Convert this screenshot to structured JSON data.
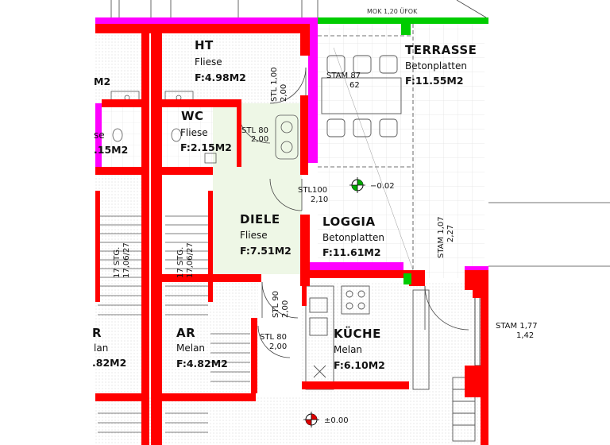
{
  "top_note": "MOK 1,20 ÜFOK",
  "rooms": {
    "ht": {
      "name": "HT",
      "material": "Fliese",
      "area": "F:4.98M2"
    },
    "wc": {
      "name": "WC",
      "material": "Fliese",
      "area": "F:2.15M2"
    },
    "diele": {
      "name": "DIELE",
      "material": "Fliese",
      "area": "F:7.51M2"
    },
    "loggia": {
      "name": "LOGGIA",
      "material": "Betonplatten",
      "area": "F:11.61M2"
    },
    "terrasse": {
      "name": "TERRASSE",
      "material": "Betonplatten",
      "area": "F:11.55M2"
    },
    "kueche": {
      "name": "KÜCHE",
      "material": "Melan",
      "area": "F:6.10M2"
    },
    "ar": {
      "name": "AR",
      "material": "Melan",
      "area": "F:4.82M2"
    }
  },
  "partial_labels": {
    "left_top_area": "M2",
    "left_wc_material": "se",
    "left_wc_area": ".15M2",
    "left_ar_name": "R",
    "left_ar_material": "lan",
    "left_ar_area": ".82M2"
  },
  "dimensions": {
    "stl_100_200_a": "STL 1,00",
    "stl_100_200_b": "2,00",
    "stam_87_a": "STAM 87",
    "stam_87_b": "62",
    "stl_80_200_wc_a": "STL 80",
    "stl_80_200_wc_b": "2,00",
    "stl_100_210_a": "STL100",
    "stl_100_210_b": "2,10",
    "stam_107_a": "STAM 1,07",
    "stam_107_b": "2,27",
    "stl_90_200_a": "STL 90",
    "stl_90_200_b": "2,00",
    "stl_80_200_ar_a": "STL 80",
    "stl_80_200_ar_b": "2,00",
    "stam_177_a": "STAM 1,77",
    "stam_177_b": "1,42",
    "stairs_a": "17 STG.",
    "stairs_b": "17,06/27"
  },
  "levels": {
    "loggia": "−0.02",
    "kueche": "±0.00"
  },
  "colors": {
    "wall": "#ff0000",
    "insulation": "#ff00ff",
    "green_marker": "#00cc00"
  }
}
